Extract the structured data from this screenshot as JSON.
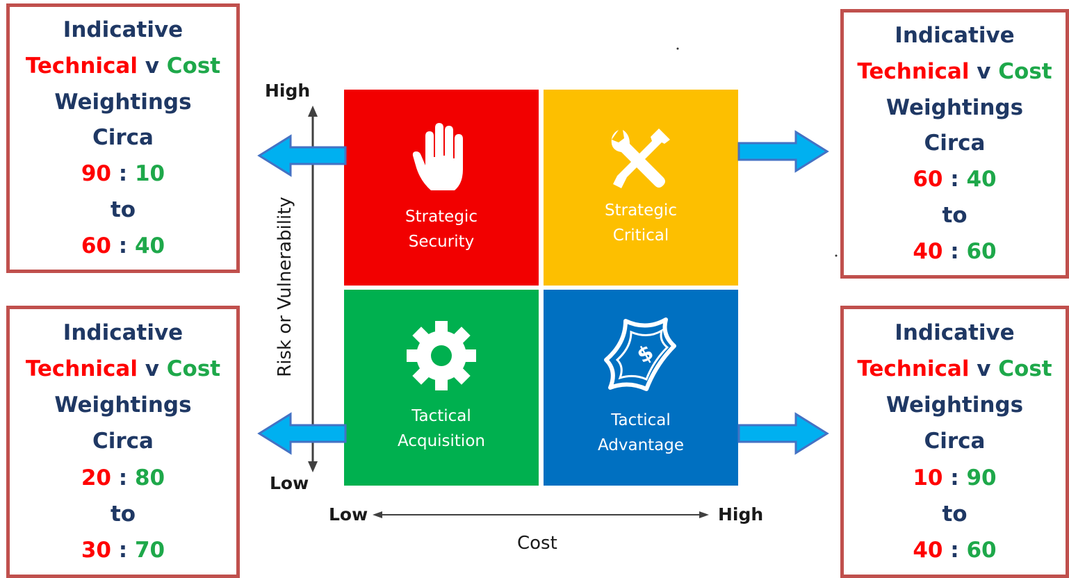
{
  "boxes": {
    "top_left": {
      "line1": "Indicative",
      "technical": "Technical",
      "v": "v",
      "cost": "Cost",
      "line3": "Weightings",
      "line4": "Circa",
      "r1a": "90",
      "r1b": "10",
      "to": "to",
      "r2a": "60",
      "r2b": "40"
    },
    "bottom_left": {
      "line1": "Indicative",
      "technical": "Technical",
      "v": "v",
      "cost": "Cost",
      "line3": "Weightings",
      "line4": "Circa",
      "r1a": "20",
      "r1b": "80",
      "to": "to",
      "r2a": "30",
      "r2b": "70"
    },
    "top_right": {
      "line1": "Indicative",
      "technical": "Technical",
      "v": "v",
      "cost": "Cost",
      "line3": "Weightings",
      "line4": "Circa",
      "r1a": "60",
      "r1b": "40",
      "to": "to",
      "r2a": "40",
      "r2b": "60"
    },
    "bottom_right": {
      "line1": "Indicative",
      "technical": "Technical",
      "v": "v",
      "cost": "Cost",
      "line3": "Weightings",
      "line4": "Circa",
      "r1a": "10",
      "r1b": "90",
      "to": "to",
      "r2a": "40",
      "r2b": "60"
    }
  },
  "quadrants": {
    "strategic_security": {
      "line1": "Strategic",
      "line2": "Security",
      "color": "#f20000",
      "icon": "hand-icon"
    },
    "strategic_critical": {
      "line1": "Strategic",
      "line2": "Critical",
      "color": "#fdbf00",
      "icon": "tools-icon"
    },
    "tactical_acquisition": {
      "line1": "Tactical",
      "line2": "Acquisition",
      "color": "#00b04f",
      "icon": "gear-icon"
    },
    "tactical_advantage": {
      "line1": "Tactical",
      "line2": "Advantage",
      "color": "#0070c1",
      "icon": "dollar-bill-icon"
    }
  },
  "axes": {
    "y_high": "High",
    "y_low": "Low",
    "y_title": "Risk or Vulnerability",
    "x_low": "Low",
    "x_high": "High",
    "x_title": "Cost"
  },
  "colors": {
    "box_border": "#c0504d",
    "arrow_fill": "#00b0f0",
    "arrow_stroke": "#4472c4",
    "navy_text": "#1f3864",
    "technical": "#ff0000",
    "cost": "#1ea84a"
  }
}
